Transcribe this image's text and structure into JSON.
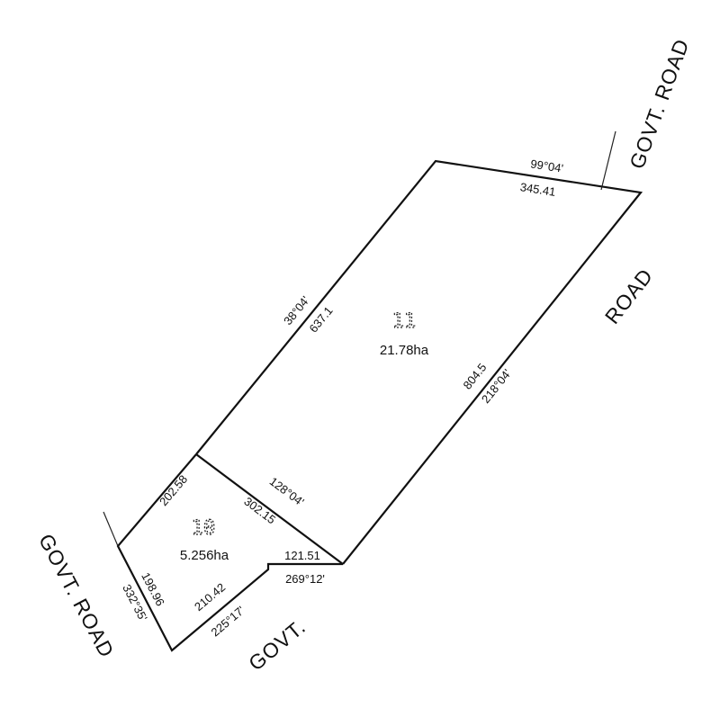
{
  "lots": [
    {
      "number": "11",
      "area": "21.78ha"
    },
    {
      "number": "10",
      "area": "5.256ha"
    }
  ],
  "boundaries": {
    "lot11_north": {
      "bearing": "99°04'",
      "distance": "345.41"
    },
    "lot11_northwest": {
      "bearing": "38°04'",
      "distance": "637.1"
    },
    "lot11_southeast": {
      "distance": "804.5",
      "bearing": "218°04'"
    },
    "common_boundary": {
      "bearing": "128°04'",
      "distance": "302.15"
    },
    "lot10_northwest": {
      "distance": "202.58"
    },
    "lot10_southwest": {
      "distance": "198.96",
      "bearing": "332°35'"
    },
    "lot10_southeast": {
      "distance": "210.42",
      "bearing": "225°17'"
    },
    "lot10_south": {
      "distance": "121.51",
      "bearing": "269°12'"
    }
  },
  "roads": {
    "govt_road_northeast": "GOVT. ROAD",
    "road_east": "ROAD",
    "govt_road_west": "GOVT. ROAD",
    "govt_south": "GOVT."
  }
}
